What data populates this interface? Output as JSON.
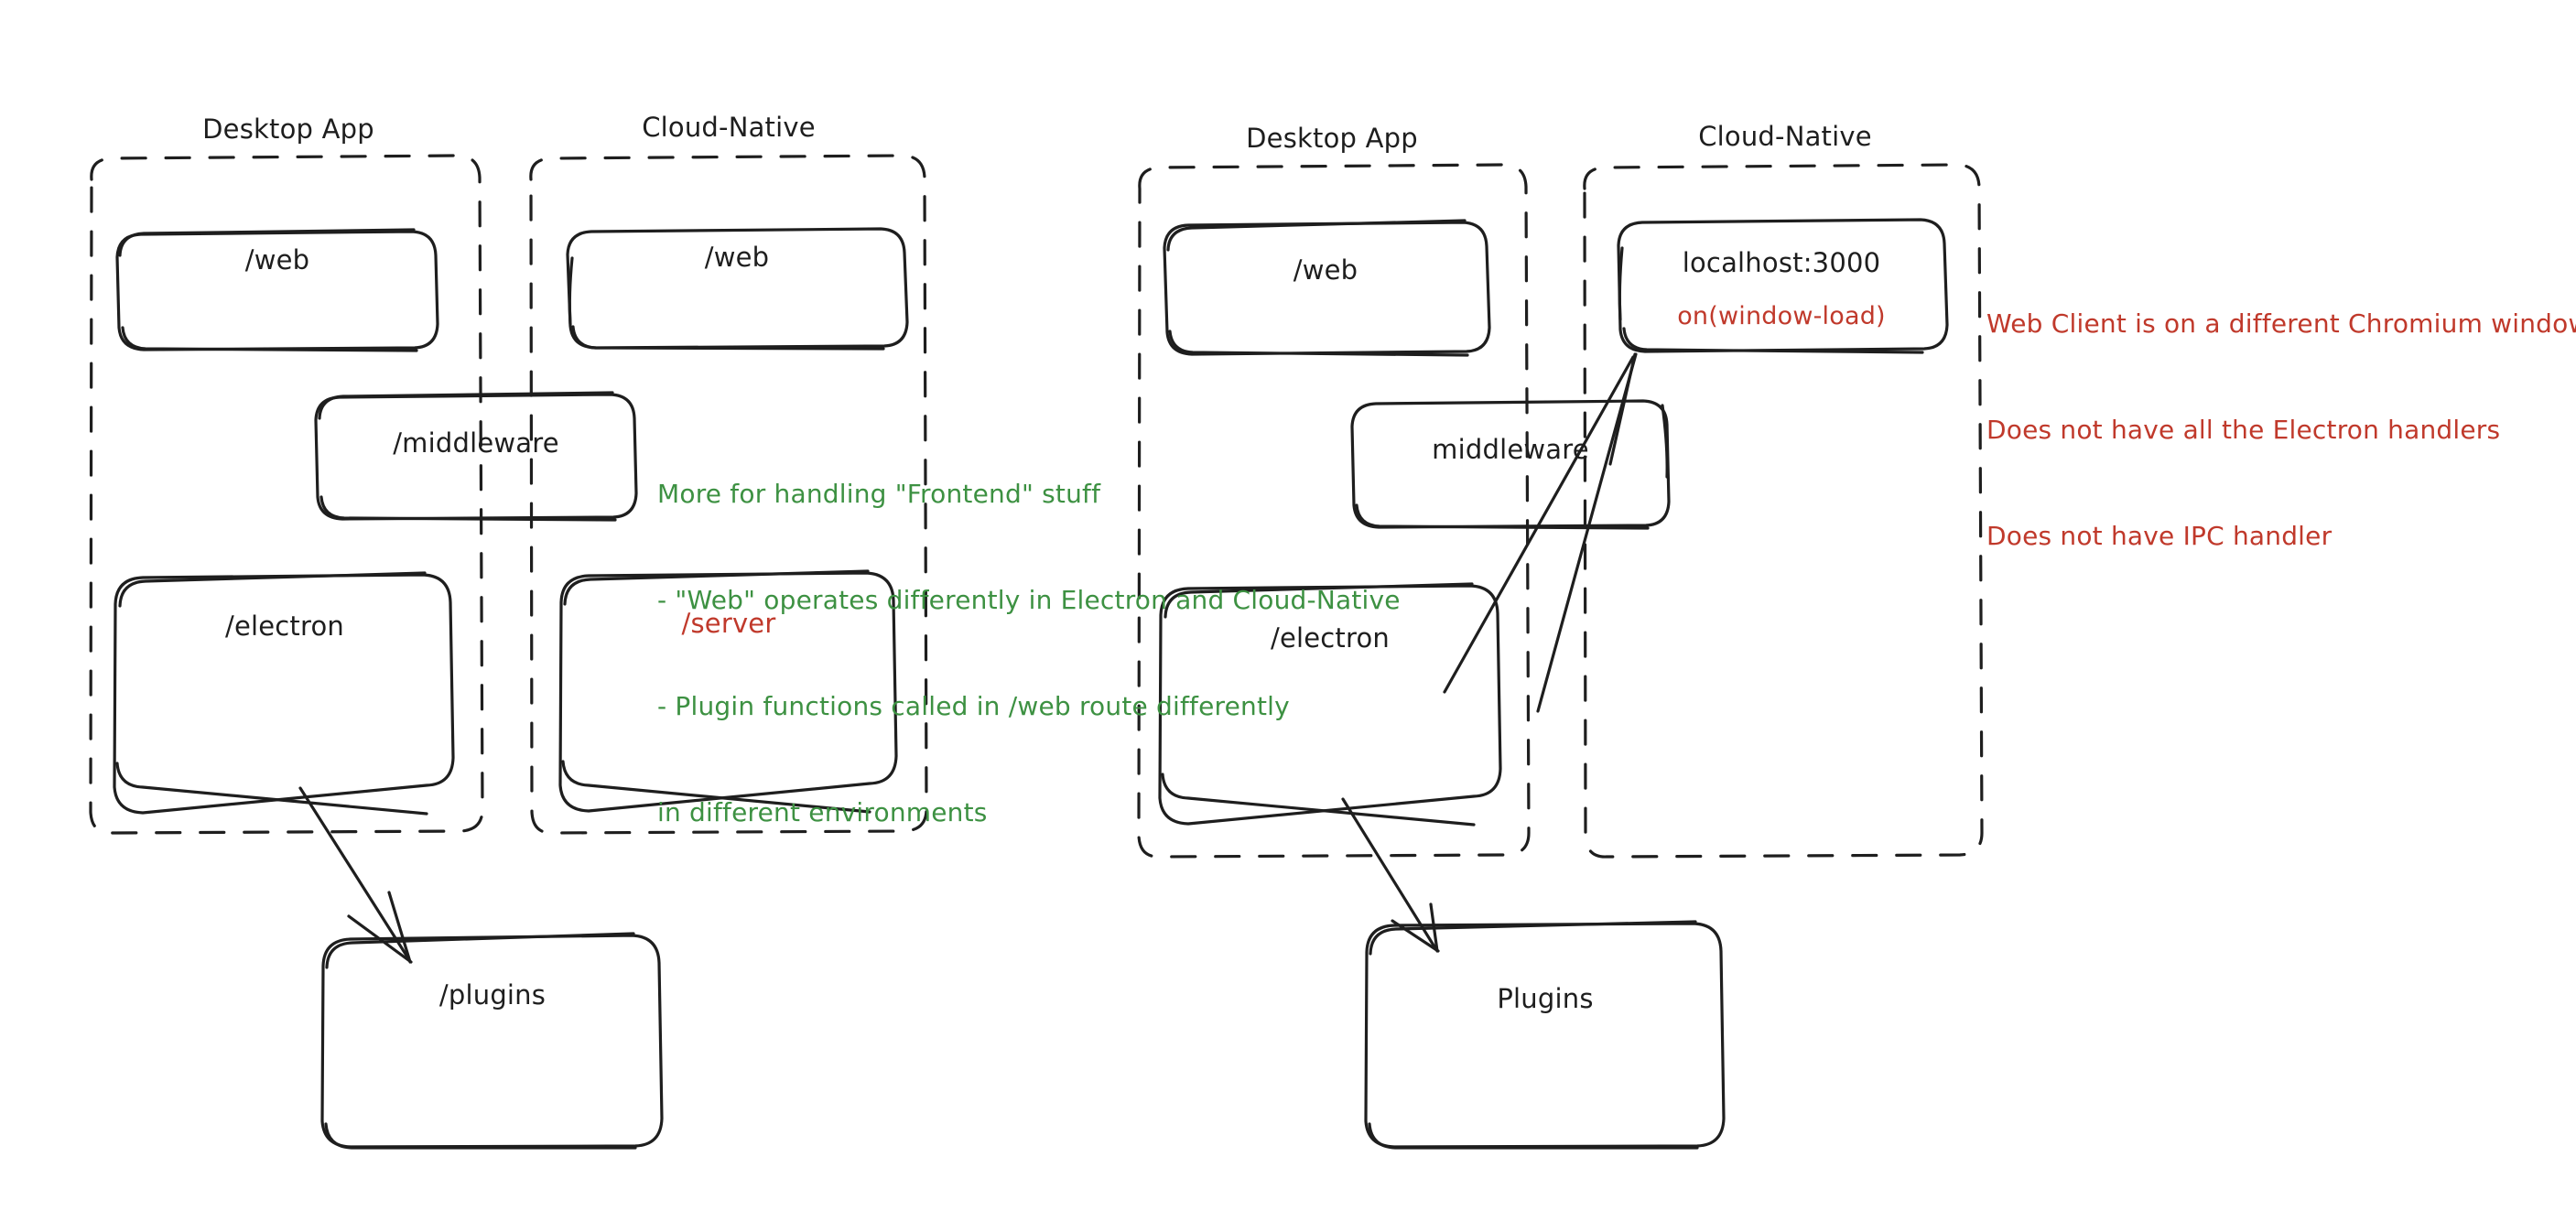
{
  "diagram": {
    "style": "hand-drawn-sketch",
    "background": "#ffffff",
    "colors": {
      "stroke": "#1e1e1e",
      "text": "#1e1e1e",
      "green": "#3d9142",
      "red": "#c0392b"
    }
  },
  "left_diagram": {
    "groups": [
      {
        "label": "Desktop App"
      },
      {
        "label": "Cloud-Native"
      }
    ],
    "boxes": [
      {
        "label": "/web",
        "group": "Desktop App"
      },
      {
        "label": "/web",
        "group": "Cloud-Native"
      },
      {
        "label": "/middleware",
        "group": "straddles-both"
      },
      {
        "label": "/electron",
        "group": "Desktop App"
      },
      {
        "label": "/server",
        "group": "Cloud-Native",
        "color": "#c0392b"
      },
      {
        "label": "/plugins",
        "group": "outside"
      }
    ],
    "arrows": [
      {
        "from": "/electron",
        "to": "/plugins"
      }
    ],
    "note_green": {
      "lines": [
        "More for handling \"Frontend\" stuff",
        "- \"Web\" operates differently in Electron and Cloud-Native",
        "- Plugin functions called in /web route differently",
        "in different environments"
      ]
    }
  },
  "right_diagram": {
    "groups": [
      {
        "label": "Desktop App"
      },
      {
        "label": "Cloud-Native"
      }
    ],
    "boxes": [
      {
        "label": "/web",
        "group": "Desktop App"
      },
      {
        "label": "localhost:3000",
        "group": "Cloud-Native",
        "sublabel": "on(window-load)",
        "sublabel_color": "#c0392b"
      },
      {
        "label": "middleware",
        "group": "straddles-both"
      },
      {
        "label": "/electron",
        "group": "Desktop App"
      },
      {
        "label": "Plugins",
        "group": "outside"
      }
    ],
    "arrows": [
      {
        "from": "/electron",
        "to": "localhost:3000"
      },
      {
        "from": "/electron",
        "to": "Plugins"
      }
    ],
    "note_red": {
      "lines": [
        "Web Client is on a different Chromium window",
        "Does not have all the Electron handlers",
        "Does not have IPC handler"
      ]
    }
  }
}
